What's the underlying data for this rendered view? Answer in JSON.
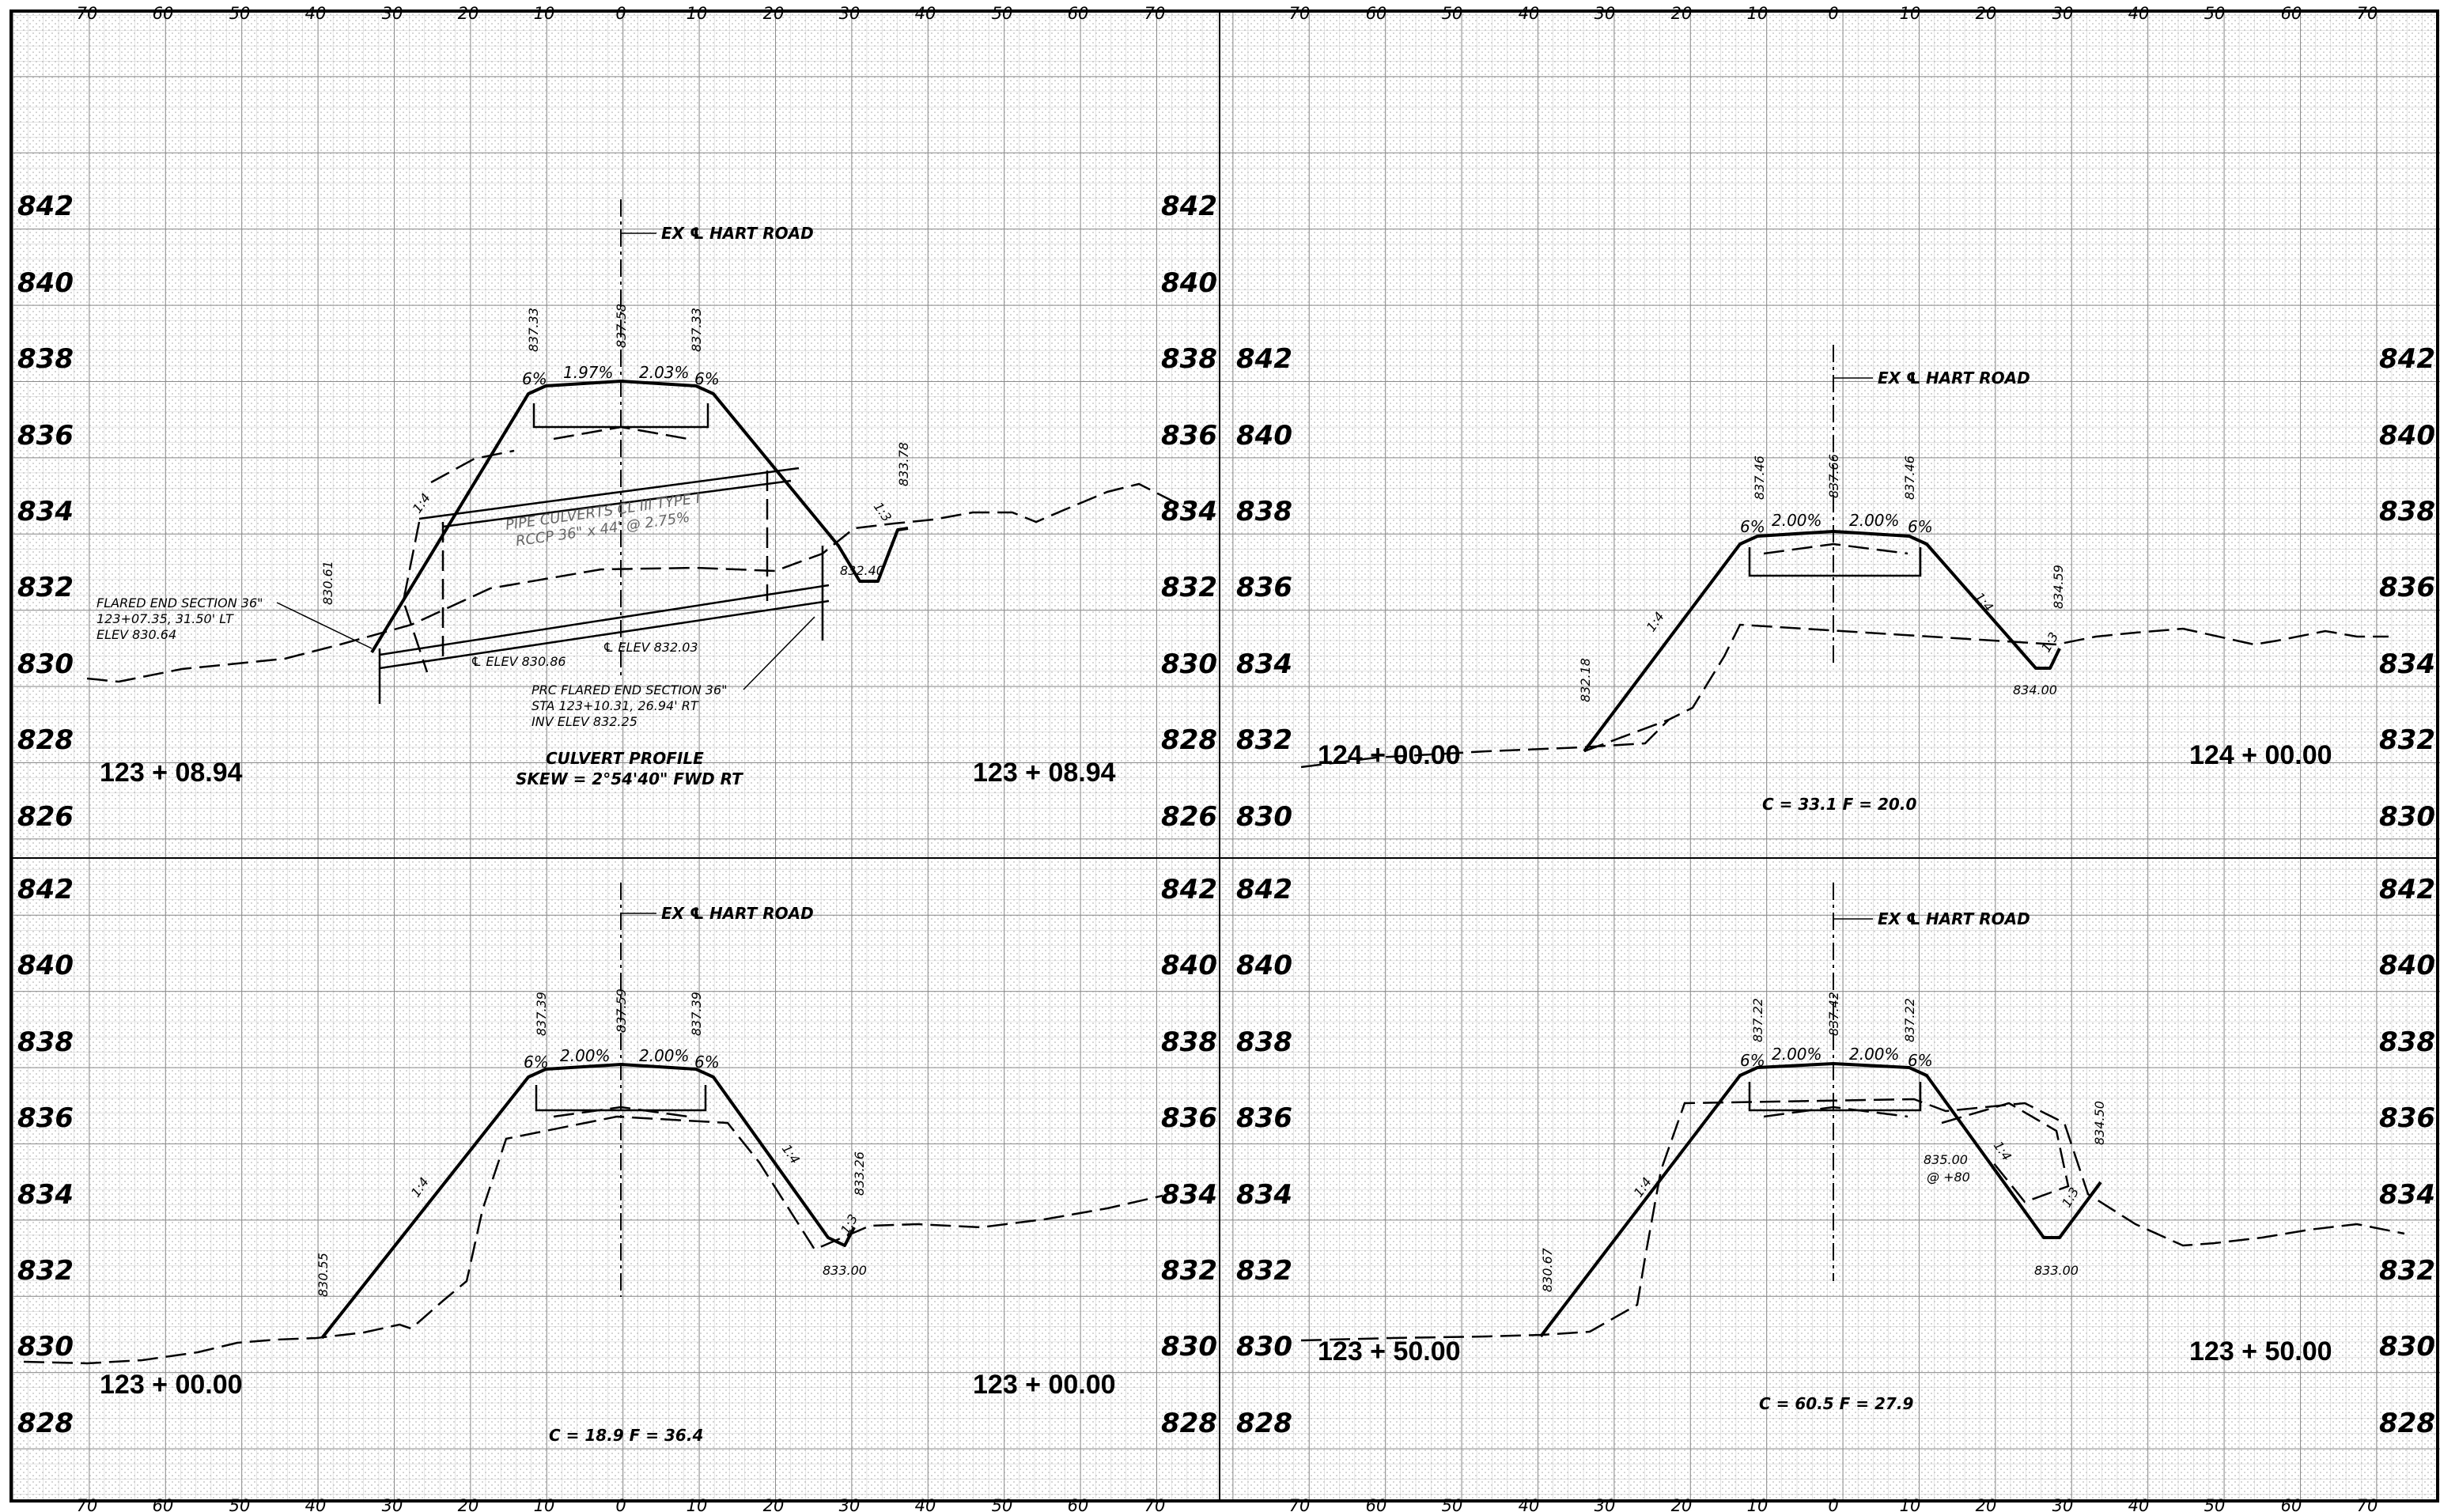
{
  "sheet": {
    "horizontal_scale": [
      "70",
      "60",
      "50",
      "40",
      "30",
      "20",
      "10",
      "0",
      "10",
      "20",
      "30",
      "40",
      "50",
      "60",
      "70"
    ]
  },
  "panels": [
    {
      "station_left": "123 + 08.94",
      "station_right": "123 + 08.94",
      "centerline_label": "EX ℄ HART ROAD",
      "elev_left": [
        "842",
        "840",
        "838",
        "836",
        "834",
        "832",
        "830",
        "828",
        "826"
      ],
      "elev_right": [
        "842",
        "840",
        "838",
        "836",
        "834",
        "832",
        "830",
        "828",
        "826"
      ],
      "slopes": [
        "6%",
        "1.97%",
        "2.03%",
        "6%"
      ],
      "elev_labels": [
        "837.33",
        "837.58",
        "837.33",
        "833.78",
        "830.61",
        "832.40"
      ],
      "side_slopes": [
        "1:4",
        "1:3"
      ],
      "notes": {
        "left_fes": [
          "FLARED END SECTION 36\"",
          "123+07.35, 31.50' LT",
          "ELEV 830.64"
        ],
        "pipe": [
          "PIPE CULVERTS CL III TYPE I",
          "RCCP 36\" x 44' @ 2.75%"
        ],
        "inv_left": "℄ ELEV 830.86",
        "inv_right": "℄ ELEV 832.03",
        "right_fes": [
          "PRC FLARED END SECTION 36\"",
          "STA 123+10.31, 26.94' RT",
          "INV ELEV 832.25"
        ],
        "profile": [
          "CULVERT PROFILE",
          "SKEW = 2°54'40\" FWD RT"
        ]
      }
    },
    {
      "station_left": "124 + 00.00",
      "station_right": "124 + 00.00",
      "centerline_label": "EX ℄ HART ROAD",
      "elev_left": [
        "842",
        "840",
        "838",
        "836",
        "834",
        "832",
        "830"
      ],
      "elev_right": [
        "842",
        "840",
        "838",
        "836",
        "834",
        "832",
        "830"
      ],
      "slopes": [
        "6%",
        "2.00%",
        "2.00%",
        "6%"
      ],
      "elev_labels": [
        "837.46",
        "837.66",
        "837.46",
        "832.18",
        "834.59",
        "834.00"
      ],
      "side_slopes": [
        "1:4",
        "1:4",
        "1:3"
      ],
      "quantities": "C = 33.1    F = 20.0"
    },
    {
      "station_left": "123 + 00.00",
      "station_right": "123 + 00.00",
      "centerline_label": "EX ℄ HART ROAD",
      "elev_left": [
        "842",
        "840",
        "838",
        "836",
        "834",
        "832",
        "830",
        "828"
      ],
      "elev_right": [
        "842",
        "840",
        "838",
        "836",
        "834",
        "832",
        "830",
        "828"
      ],
      "slopes": [
        "6%",
        "2.00%",
        "2.00%",
        "6%"
      ],
      "elev_labels": [
        "837.39",
        "837.59",
        "837.39",
        "833.26",
        "830.55",
        "833.00"
      ],
      "side_slopes": [
        "1:4",
        "1:4",
        "1:3"
      ],
      "quantities": "C = 18.9    F = 36.4"
    },
    {
      "station_left": "123 + 50.00",
      "station_right": "123 + 50.00",
      "centerline_label": "EX ℄ HART ROAD",
      "elev_left": [
        "842",
        "840",
        "838",
        "836",
        "834",
        "832",
        "830",
        "828"
      ],
      "elev_right": [
        "842",
        "840",
        "838",
        "836",
        "834",
        "832",
        "830",
        "828"
      ],
      "slopes": [
        "6%",
        "2.00%",
        "2.00%",
        "6%"
      ],
      "elev_labels": [
        "837.22",
        "837.42",
        "837.22",
        "834.50",
        "830.67",
        "833.00"
      ],
      "side_slopes": [
        "1:4",
        "1:4",
        "1:3"
      ],
      "extra": [
        "835.00",
        "@ +80"
      ],
      "quantities": "C = 60.5    F = 27.9"
    }
  ]
}
